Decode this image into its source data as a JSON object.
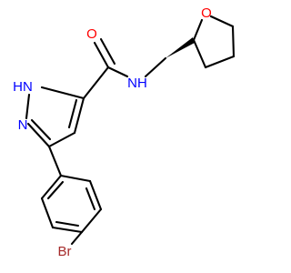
{
  "structure": {
    "atoms": {
      "nh": {
        "label": "HN",
        "color": "#0000ff"
      },
      "n": {
        "label": "N",
        "color": "#0000ff"
      },
      "o_carbonyl": {
        "label": "O",
        "color": "#ff0000"
      },
      "nh_amide": {
        "label": "NH",
        "color": "#0000ff"
      },
      "o_ring": {
        "label": "O",
        "color": "#ff0000"
      },
      "br": {
        "label": "Br",
        "color": "#a52a2a"
      }
    },
    "colors": {
      "bond": "#000000",
      "background": "#ffffff"
    }
  }
}
